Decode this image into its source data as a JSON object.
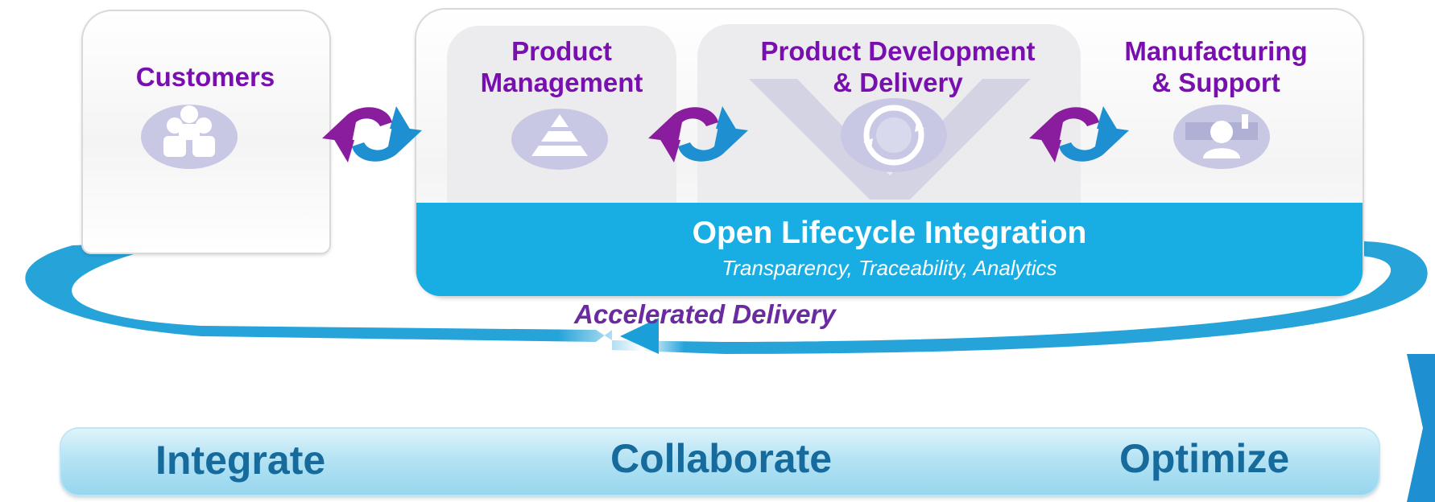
{
  "diagram": {
    "columns": [
      {
        "title": "Customers",
        "icon": "customers-icon"
      },
      {
        "title": "Product\nManagement",
        "icon": "pyramid-icon"
      },
      {
        "title": "Product Development\n& Delivery",
        "icon": "cycle-icon"
      },
      {
        "title": "Manufacturing\n& Support",
        "icon": "factory-worker-icon"
      }
    ],
    "integration": {
      "title": "Open Lifecycle Integration",
      "subtitle": "Transparency, Traceability, Analytics"
    },
    "loop_label": "Accelerated Delivery",
    "sync_icon": "sync-arrows-icon"
  },
  "bottom_bar": {
    "items": [
      "Integrate",
      "Collaborate",
      "Optimize"
    ]
  },
  "colors": {
    "title_purple": "#7a0fb0",
    "band_blue": "#19aee3",
    "bar_text": "#176b9c",
    "accel_purple": "#6a2aa0"
  }
}
